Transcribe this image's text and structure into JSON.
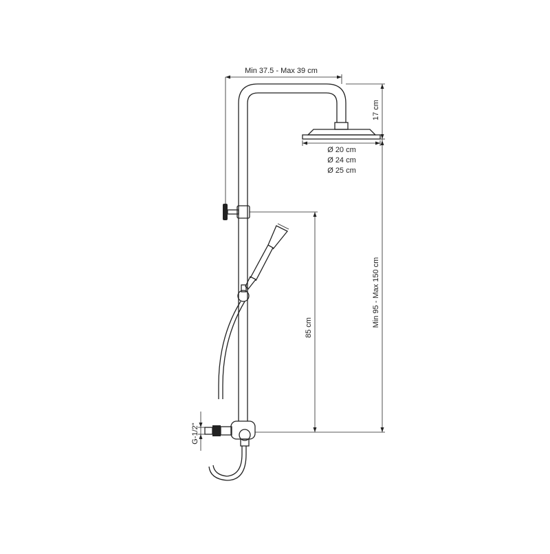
{
  "dimensions": {
    "top_width": "Min 37.5 - Max 39 cm",
    "head_height": "17 cm",
    "head_diameters": [
      "Ø 20 cm",
      "Ø 24 cm",
      "Ø 25 cm"
    ],
    "overall_height": "Min 95 - Max 150 cm",
    "holder_height": "85 cm",
    "connection_thread": "G-1/2\""
  },
  "colors": {
    "line": "#222222",
    "background": "#ffffff"
  }
}
